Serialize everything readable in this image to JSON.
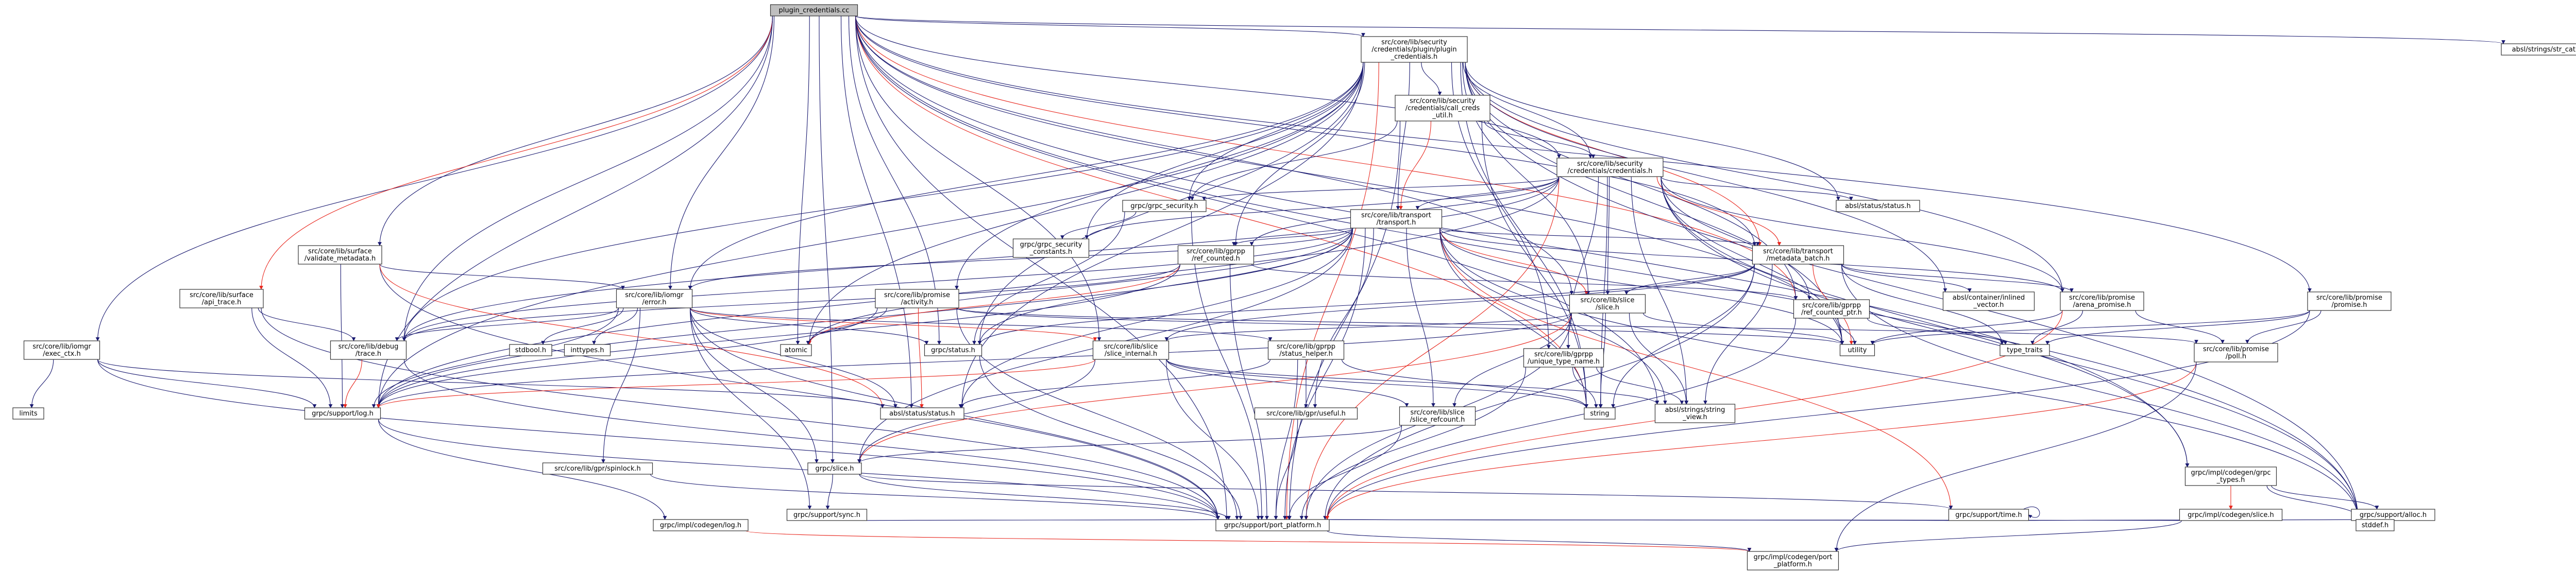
{
  "colors": {
    "edge": "#191970",
    "edge_highlight": "#e8261d",
    "node_fill": "#ffffff",
    "node_root_fill": "#bfbfbf",
    "text_default": "#000000",
    "text_incomplete": "#cc0000"
  },
  "nodes": [
    {
      "id": "root",
      "lines": [
        "plugin_credentials.cc"
      ],
      "root": true
    },
    {
      "id": "plugin_h",
      "lines": [
        "src/core/lib/security",
        "/credentials/plugin/plugin",
        "_credentials.h"
      ]
    },
    {
      "id": "str_cat",
      "lines": [
        "absl/strings/str_cat.h"
      ]
    },
    {
      "id": "call_creds_util",
      "lines": [
        "src/core/lib/security",
        "/credentials/call_creds",
        "_util.h"
      ]
    },
    {
      "id": "credentials_h",
      "lines": [
        "src/core/lib/security",
        "/credentials/credentials.h"
      ],
      "red": true
    },
    {
      "id": "grpc_security",
      "lines": [
        "grpc/grpc_security.h"
      ],
      "red": true
    },
    {
      "id": "transport_h",
      "lines": [
        "src/core/lib/transport",
        "/transport.h"
      ],
      "red": true
    },
    {
      "id": "status_h",
      "lines": [
        "absl/status/status.h"
      ]
    },
    {
      "id": "security_constants",
      "lines": [
        "grpc/grpc_security",
        "_constants.h"
      ]
    },
    {
      "id": "ref_counted_h",
      "lines": [
        "src/core/lib/gprpp",
        "/ref_counted.h"
      ],
      "red": true
    },
    {
      "id": "metadata_batch",
      "lines": [
        "src/core/lib/transport",
        "/metadata_batch.h"
      ],
      "red": true
    },
    {
      "id": "validate_metadata",
      "lines": [
        "src/core/lib/surface",
        "/validate_metadata.h"
      ],
      "red": true
    },
    {
      "id": "api_trace",
      "lines": [
        "src/core/lib/surface",
        "/api_trace.h"
      ]
    },
    {
      "id": "iomgr_error",
      "lines": [
        "src/core/lib/iomgr",
        "/error.h"
      ]
    },
    {
      "id": "activity_h",
      "lines": [
        "src/core/lib/promise",
        "/activity.h"
      ],
      "red": true
    },
    {
      "id": "slice_h",
      "lines": [
        "src/core/lib/slice",
        "/slice.h"
      ],
      "red": true
    },
    {
      "id": "ref_counted_ptr",
      "lines": [
        "src/core/lib/gprpp",
        "/ref_counted_ptr.h"
      ],
      "red": true
    },
    {
      "id": "inlined_vector",
      "lines": [
        "absl/container/inlined",
        "_vector.h"
      ]
    },
    {
      "id": "arena_promise",
      "lines": [
        "src/core/lib/promise",
        "/arena_promise.h"
      ],
      "red": true
    },
    {
      "id": "promise_h",
      "lines": [
        "src/core/lib/promise",
        "/promise.h"
      ],
      "red": true
    },
    {
      "id": "exec_ctx",
      "lines": [
        "src/core/lib/iomgr",
        "/exec_ctx.h"
      ],
      "red": true
    },
    {
      "id": "limits",
      "lines": [
        "limits"
      ]
    },
    {
      "id": "debug_trace",
      "lines": [
        "src/core/lib/debug",
        "/trace.h"
      ],
      "red": true
    },
    {
      "id": "gpr_log",
      "lines": [
        "grpc/support/log.h"
      ]
    },
    {
      "id": "stdbool",
      "lines": [
        "stdbool.h"
      ]
    },
    {
      "id": "inttypes",
      "lines": [
        "inttypes.h"
      ]
    },
    {
      "id": "atomic",
      "lines": [
        "atomic"
      ]
    },
    {
      "id": "grpc_status",
      "lines": [
        "grpc/status.h"
      ],
      "red": true
    },
    {
      "id": "slice_internal",
      "lines": [
        "src/core/lib/slice",
        "/slice_internal.h"
      ],
      "red": true
    },
    {
      "id": "status_helper",
      "lines": [
        "src/core/lib/gprpp",
        "/status_helper.h"
      ],
      "red": true
    },
    {
      "id": "unique_type_name",
      "lines": [
        "src/core/lib/gprpp",
        "/unique_type_name.h"
      ]
    },
    {
      "id": "utility",
      "lines": [
        "utility"
      ]
    },
    {
      "id": "type_traits",
      "lines": [
        "type_traits"
      ]
    },
    {
      "id": "poll_h",
      "lines": [
        "src/core/lib/promise",
        "/poll.h"
      ],
      "red": true
    },
    {
      "id": "absl_status",
      "lines": [
        "absl/status/status.h"
      ]
    },
    {
      "id": "string",
      "lines": [
        "string"
      ]
    },
    {
      "id": "string_view",
      "lines": [
        "absl/strings/string",
        "_view.h"
      ]
    },
    {
      "id": "useful_h",
      "lines": [
        "src/core/lib/gpr/useful.h"
      ],
      "red": true
    },
    {
      "id": "slice_refcount",
      "lines": [
        "src/core/lib/slice",
        "/slice_refcount.h"
      ],
      "red": true
    },
    {
      "id": "spinlock",
      "lines": [
        "src/core/lib/gpr/spinlock.h"
      ],
      "red": true
    },
    {
      "id": "grpc_slice",
      "lines": [
        "grpc/slice.h"
      ]
    },
    {
      "id": "grpc_types",
      "lines": [
        "grpc/impl/codegen/grpc",
        "_types.h"
      ],
      "red": true
    },
    {
      "id": "support_sync",
      "lines": [
        "grpc/support/sync.h"
      ],
      "red": true
    },
    {
      "id": "support_time",
      "lines": [
        "grpc/support/time.h"
      ],
      "red": true
    },
    {
      "id": "codegen_slice",
      "lines": [
        "grpc/impl/codegen/slice.h"
      ],
      "red": true
    },
    {
      "id": "support_alloc",
      "lines": [
        "grpc/support/alloc.h"
      ]
    },
    {
      "id": "port_platform",
      "lines": [
        "grpc/support/port_platform.h"
      ]
    },
    {
      "id": "stddef",
      "lines": [
        "stddef.h"
      ]
    },
    {
      "id": "codegen_log",
      "lines": [
        "grpc/impl/codegen/log.h"
      ],
      "red": true
    },
    {
      "id": "codegen_port_platform",
      "lines": [
        "grpc/impl/codegen/port",
        "_platform.h"
      ],
      "red": true
    }
  ]
}
